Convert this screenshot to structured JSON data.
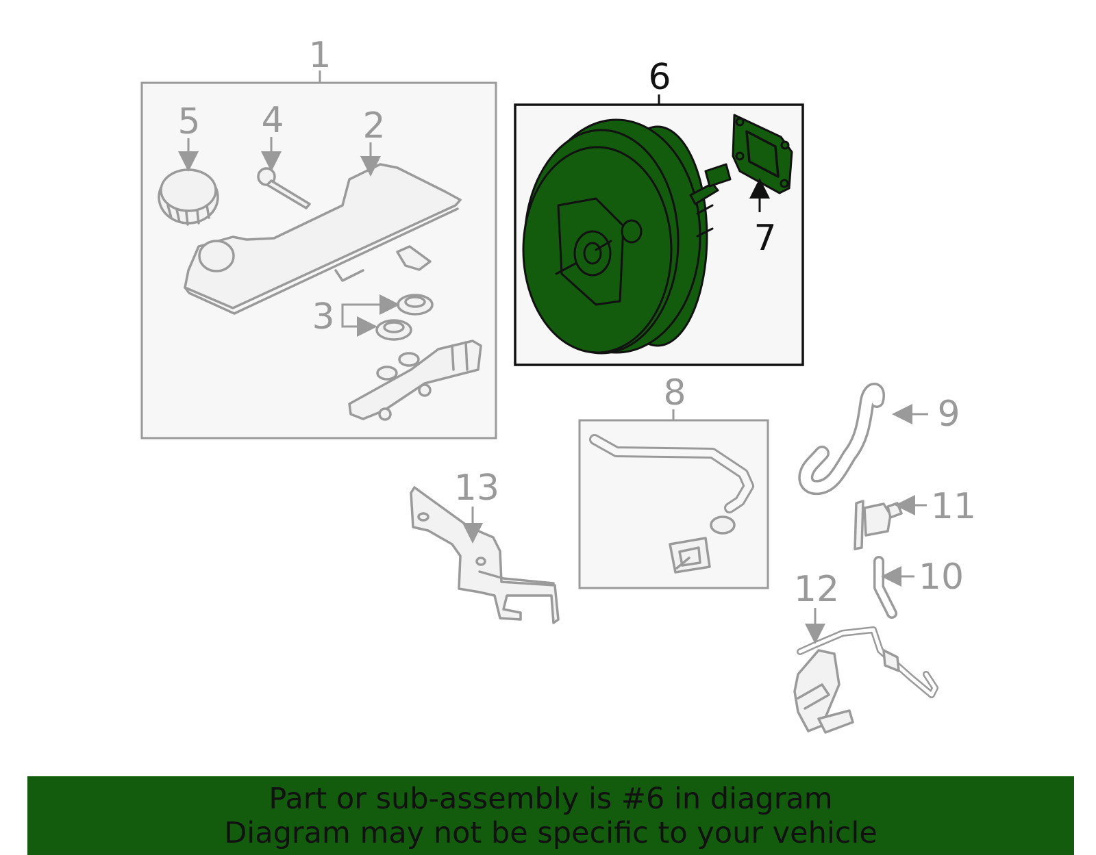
{
  "callouts": {
    "c1": "1",
    "c2": "2",
    "c3": "3",
    "c4": "4",
    "c5": "5",
    "c6": "6",
    "c7": "7",
    "c8": "8",
    "c9": "9",
    "c10": "10",
    "c11": "11",
    "c12": "12",
    "c13": "13"
  },
  "highlight_color": "#135c0d",
  "banner": {
    "line1": "Part or sub-assembly is #6 in diagram",
    "line2": "Diagram may not be specific to your vehicle"
  }
}
